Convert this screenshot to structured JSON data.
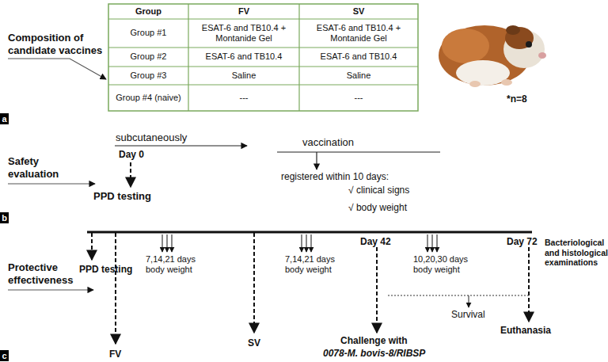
{
  "diagram": {
    "nodes": [
      {
        "text": [
          "a"
        ]
      },
      {
        "text": [
          "b"
        ]
      },
      {
        "text": [
          "c"
        ]
      }
    ],
    "labels": [
      "Composition of candidate vaccines",
      "Group",
      "FV",
      "SV",
      "Group #1",
      "ESAT-6 and TB10.4 + Montanide Gel",
      "ESAT-6 and TB10.4 + Montanide Gel",
      "Group #2",
      "ESAT-6 and TB10.4",
      "ESAT-6 and TB10.4",
      "Group #3",
      "Saline",
      "Saline",
      "Group #4 (naive)",
      "---",
      "---",
      "*n=8",
      "Safety evaluation",
      "subcutaneously",
      "Day 0",
      "PPD testing",
      "vaccination",
      "registered within 10 days:",
      "√ clinical signs",
      "√ body weight",
      "Protective effectiveness",
      "PPD testing",
      "FV",
      "7,14,21 days body weight",
      "SV",
      "7,14,21 days body weight",
      "Day 42",
      "Challenge with",
      "0078-M. bovis-8/RIBSP",
      "10,20,30 days body weight",
      "Survival",
      "Day 72",
      "Bacteriological and histological examinations",
      "Euthanasia"
    ]
  }
}
